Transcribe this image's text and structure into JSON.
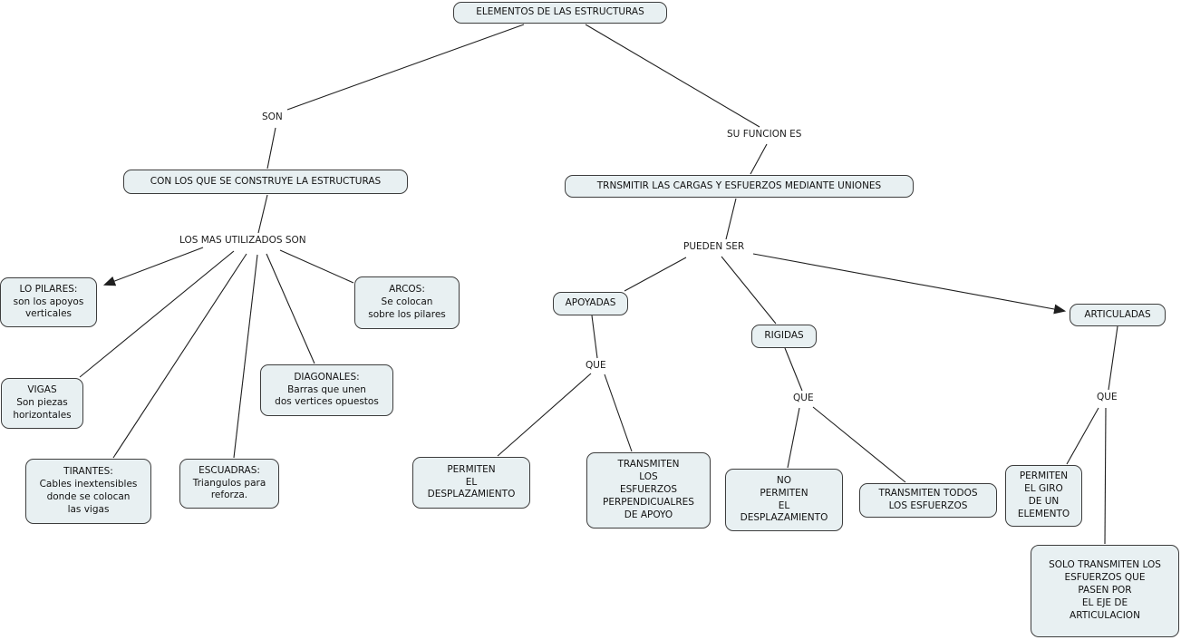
{
  "diagram": {
    "type": "concept-map",
    "title": "ELEMENTOS DE LAS ESTRUCTURAS",
    "background": "#ffffff"
  },
  "colors": {
    "node_fill": "#e8f0f2",
    "node_border": "#3d3d3d",
    "line": "#1f1f1f",
    "text": "#111111"
  },
  "nodes": {
    "root": {
      "text": "ELEMENTOS DE LAS ESTRUCTURAS"
    },
    "construye": {
      "text": "CON LOS QUE SE CONSTRUYE LA ESTRUCTURAS"
    },
    "trnsmitir": {
      "text": "TRNSMITIR LAS CARGAS Y ESFUERZOS MEDIANTE UNIONES"
    },
    "lo_pilares": {
      "text": "LO PILARES:\nson los apoyos\nverticales"
    },
    "vigas": {
      "text": "VIGAS\nSon piezas\nhorizontales"
    },
    "tirantes": {
      "text": "TIRANTES:\nCables inextensibles\ndonde se colocan\nlas vigas"
    },
    "escuadras": {
      "text": "ESCUADRAS:\nTriangulos para\nreforza."
    },
    "diagonales": {
      "text": "DIAGONALES:\nBarras que unen\ndos vertices opuestos"
    },
    "arcos": {
      "text": "ARCOS:\nSe colocan\nsobre los pilares"
    },
    "apoyadas": {
      "text": "APOYADAS"
    },
    "rigidas": {
      "text": "RIGIDAS"
    },
    "articuladas": {
      "text": "ARTICULADAS"
    },
    "permiten_desplazamiento": {
      "text": "PERMITEN\nEL\nDESPLAZAMIENTO"
    },
    "transmiten_perpendiculares": {
      "text": "TRANSMITEN\nLOS\nESFUERZOS\nPERPENDICUALRES\nDE APOYO"
    },
    "no_permiten_desplazamiento": {
      "text": "NO\nPERMITEN\nEL\nDESPLAZAMIENTO"
    },
    "transmiten_todos": {
      "text": "TRANSMITEN TODOS\nLOS ESFUERZOS"
    },
    "permiten_giro": {
      "text": "PERMITEN\nEL GIRO\nDE UN\nELEMENTO"
    },
    "solo_transmiten": {
      "text": "SOLO TRANSMITEN LOS\nESFUERZOS QUE\nPASEN POR\nEL EJE DE\nARTICULACION"
    }
  },
  "links": {
    "son": "SON",
    "su_funcion_es": "SU FUNCION ES",
    "los_mas_utilizados": "LOS MAS UTILIZADOS SON",
    "pueden_ser": "PUEDEN SER",
    "que_apoyadas": "QUE",
    "que_rigidas": "QUE",
    "que_articuladas": "QUE"
  }
}
